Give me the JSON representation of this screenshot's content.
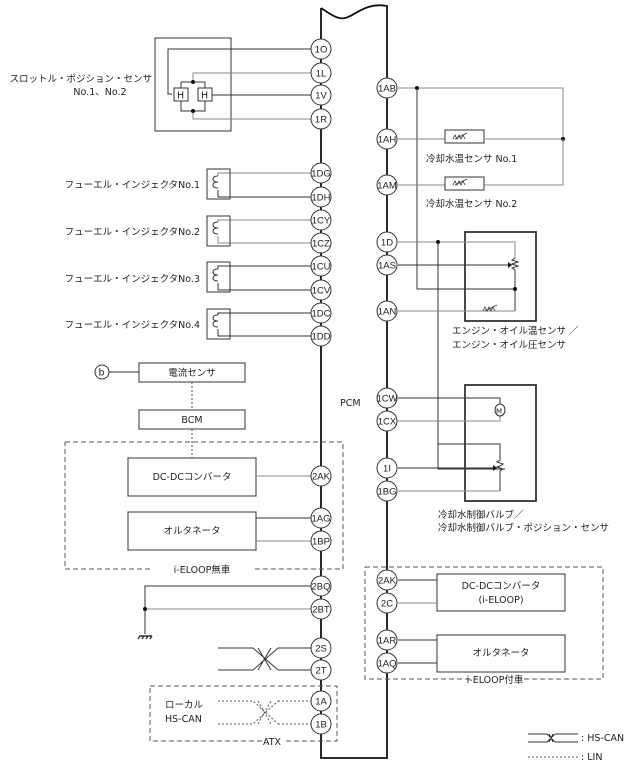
{
  "pcm_label": "PCM",
  "left_pins": {
    "p1O": "1O",
    "p1L": "1L",
    "p1V": "1V",
    "p1R": "1R",
    "p1DG": "1DG",
    "p1DH": "1DH",
    "p1CY": "1CY",
    "p1CZ": "1CZ",
    "p1CU": "1CU",
    "p1CV": "1CV",
    "p1DC": "1DC",
    "p1DD": "1DD",
    "p2AK": "2AK",
    "p1AG": "1AG",
    "p1BP": "1BP",
    "p2BQ": "2BQ",
    "p2BT": "2BT",
    "p2S": "2S",
    "p2T": "2T",
    "p1A": "1A",
    "p1B": "1B"
  },
  "right_pins": {
    "p1AB": "1AB",
    "p1AH": "1AH",
    "p1AM": "1AM",
    "p1D": "1D",
    "p1AS": "1AS",
    "p1AN": "1AN",
    "p1CW": "1CW",
    "p1CX": "1CX",
    "p1I": "1I",
    "p1BG": "1BG",
    "p2AK": "2AK",
    "p2C": "2C",
    "p1AR": "1AR",
    "p1AQ": "1AQ"
  },
  "components": {
    "throttle_sensor": {
      "line1": "スロットル・ポジション・センサ",
      "line2": "No.1、No.2",
      "h_label": "H"
    },
    "injectors": [
      "フューエル・インジェクタNo.1",
      "フューエル・インジェクタNo.2",
      "フューエル・インジェクタNo.3",
      "フューエル・インジェクタNo.4"
    ],
    "coolant_sensor_1": "冷却水温センサ No.1",
    "coolant_sensor_2": "冷却水温センサ No.2",
    "oil_sensor": {
      "line1": "エンジン・オイル温センサ ／",
      "line2": "エンジン・オイル圧センサ"
    },
    "coolant_valve": {
      "line1": "冷却水制御バルブ／",
      "line2": "冷却水制御バルブ・ポジション・センサ",
      "motor": "M"
    },
    "connector_b": "b",
    "current_sensor": "電流センサ",
    "bcm": "BCM",
    "dcdc_no_eloop": "DC-DCコンバータ",
    "alternator_no_eloop": "オルタネータ",
    "group_no_eloop": "i-ELOOP無車",
    "dcdc_eloop": {
      "line1": "DC-DCコンバータ",
      "line2": "(i-ELOOP)"
    },
    "alternator_eloop": "オルタネータ",
    "group_eloop": "i-ELOOP付車",
    "local_hscan": {
      "line1": "ローカル",
      "line2": "HS-CAN"
    },
    "group_atx": "ATX"
  },
  "legend": {
    "hscan": ": HS-CAN",
    "lin": ": LIN"
  }
}
